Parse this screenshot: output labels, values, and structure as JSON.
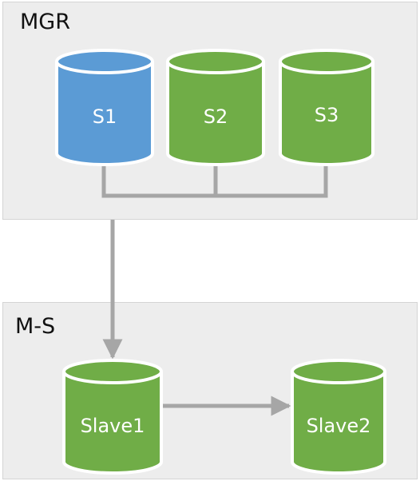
{
  "groups": {
    "mgr": {
      "title": "MGR"
    },
    "ms": {
      "title": "M-S"
    }
  },
  "nodes": {
    "s1": {
      "label": "S1",
      "color": "#5b9bd5"
    },
    "s2": {
      "label": "S2",
      "color": "#70ad47"
    },
    "s3": {
      "label": "S3",
      "color": "#70ad47"
    },
    "slave1": {
      "label": "Slave1",
      "color": "#70ad47"
    },
    "slave2": {
      "label": "Slave2",
      "color": "#70ad47"
    }
  },
  "colors": {
    "connector": "#a6a6a6",
    "group_background": "#ededed"
  }
}
